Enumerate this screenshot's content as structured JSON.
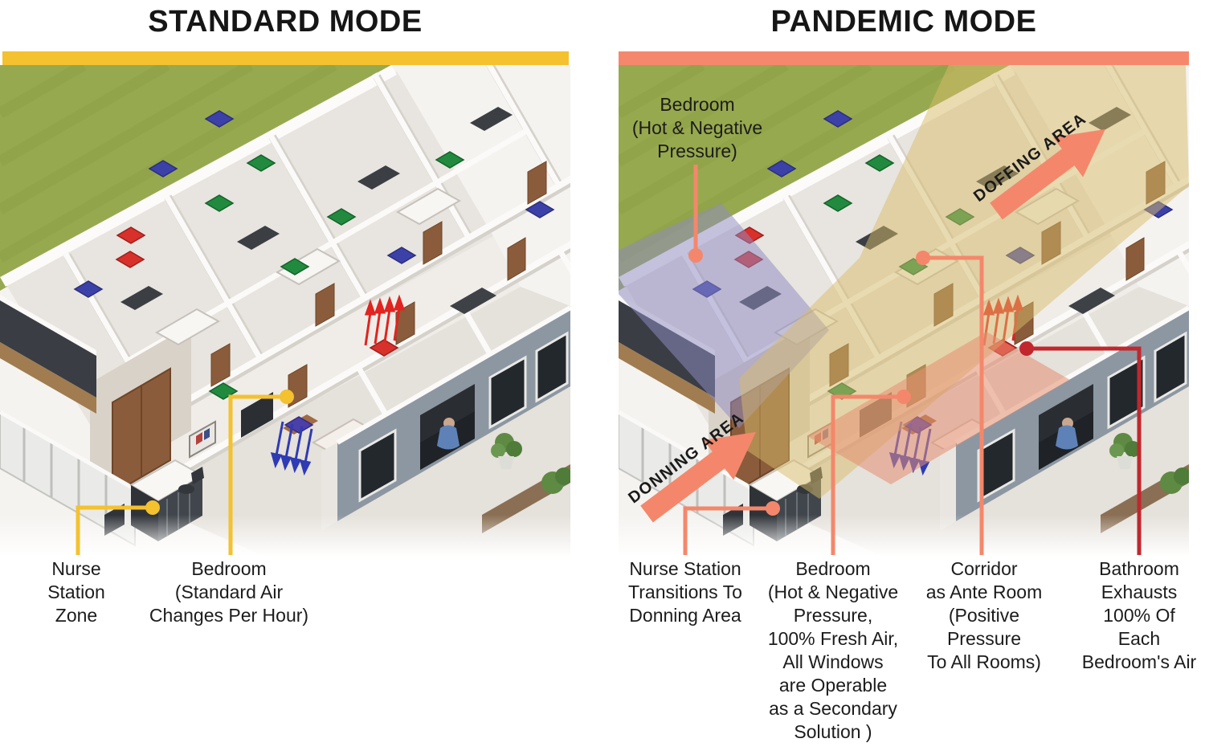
{
  "standard": {
    "title": "STANDARD MODE",
    "accent_color": "#F4C12F",
    "callouts": [
      {
        "text": "Nurse\nStation\nZone"
      },
      {
        "text": "Bedroom\n(Standard Air\nChanges Per Hour)"
      }
    ]
  },
  "pandemic": {
    "title": "PANDEMIC MODE",
    "accent_color": "#F5886C",
    "leader_red": "#C1272D",
    "callout_top": {
      "text": "Bedroom\n(Hot & Negative\nPressure)"
    },
    "arrows": {
      "doffing": "DOFFING AREA",
      "donning": "DONNING AREA"
    },
    "callouts": [
      {
        "text": "Nurse Station\nTransitions To\nDonning Area"
      },
      {
        "text": "Bedroom\n(Hot & Negative\nPressure,\n100% Fresh Air,\nAll Windows\nare Operable\nas a Secondary\nSolution )"
      },
      {
        "text": "Corridor\nas Ante Room\n(Positive\nPressure\nTo All Rooms)"
      },
      {
        "text": "Bathroom\nExhausts\n100% Of\nEach\nBedroom's Air"
      }
    ],
    "zone_colors": {
      "negative_pressure_bedroom": "#8F8CC4",
      "ante_room_corridor": "#D7BC69",
      "hot_bedroom": "#E68E71"
    }
  }
}
